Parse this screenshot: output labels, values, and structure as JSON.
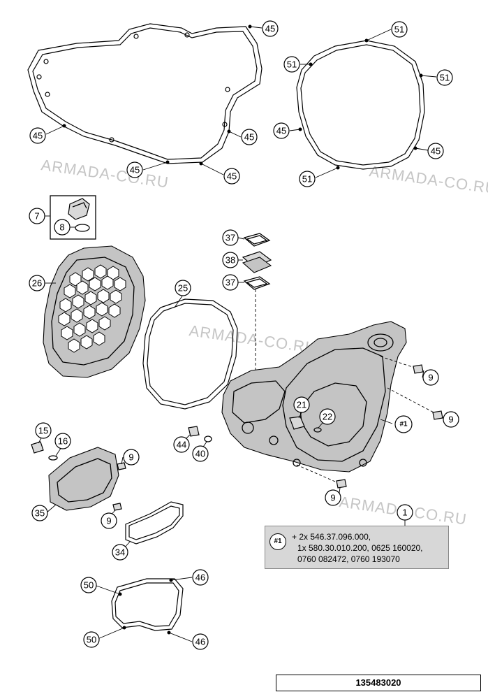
{
  "watermark": "ARMADA-CO.RU",
  "callouts": [
    "45",
    "51",
    "7",
    "8",
    "26",
    "25",
    "37",
    "38",
    "9",
    "21",
    "22",
    "#1",
    "15",
    "16",
    "35",
    "44",
    "40",
    "34",
    "1",
    "50",
    "46"
  ],
  "note": {
    "tag": "#1",
    "line1": "+ 2x 546.37.096.000,",
    "line2": "1x 580.30.010.200, 0625 160020,",
    "line3": "0760 082472, 0760 193070"
  },
  "part_number": "135483020"
}
